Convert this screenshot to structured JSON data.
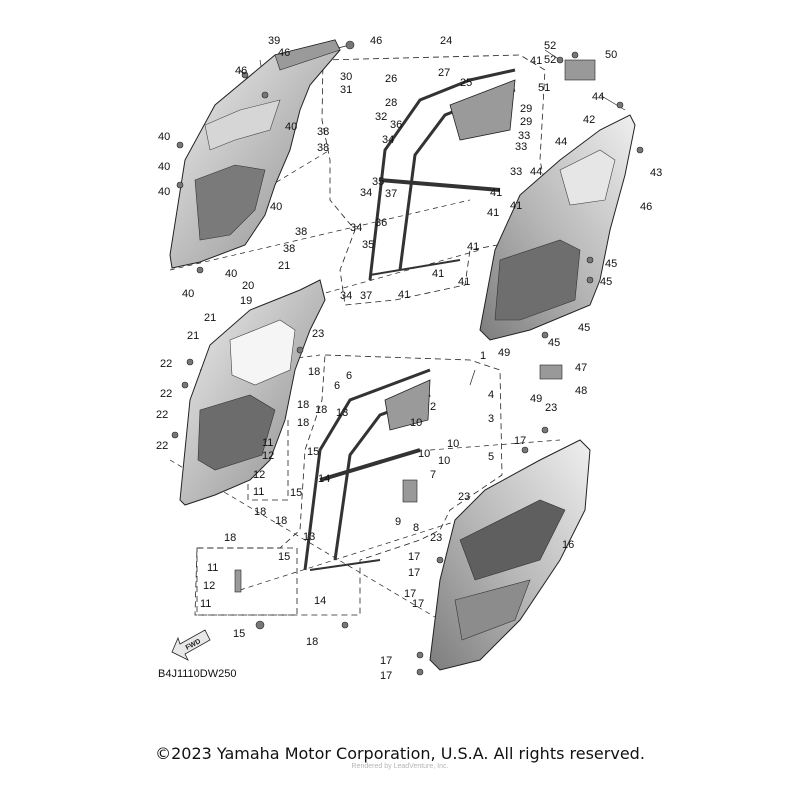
{
  "diagram": {
    "part_numbers": [
      "1",
      "2",
      "3",
      "4",
      "5",
      "6",
      "7",
      "8",
      "9",
      "10",
      "11",
      "12",
      "13",
      "14",
      "15",
      "16",
      "17",
      "18",
      "19",
      "20",
      "21",
      "22",
      "23",
      "24",
      "25",
      "26",
      "27",
      "28",
      "29",
      "30",
      "31",
      "32",
      "33",
      "34",
      "35",
      "36",
      "37",
      "38",
      "39",
      "40",
      "41",
      "42",
      "43",
      "44",
      "45",
      "46",
      "47",
      "48",
      "49",
      "50",
      "51",
      "52"
    ],
    "fwd_label": "FWD",
    "reference_code": "B4J1110DW250",
    "copyright": "©2023 Yamaha Motor Corporation, U.S.A. All rights reserved.",
    "watermark": "Rendered by LeadVenture, Inc."
  }
}
